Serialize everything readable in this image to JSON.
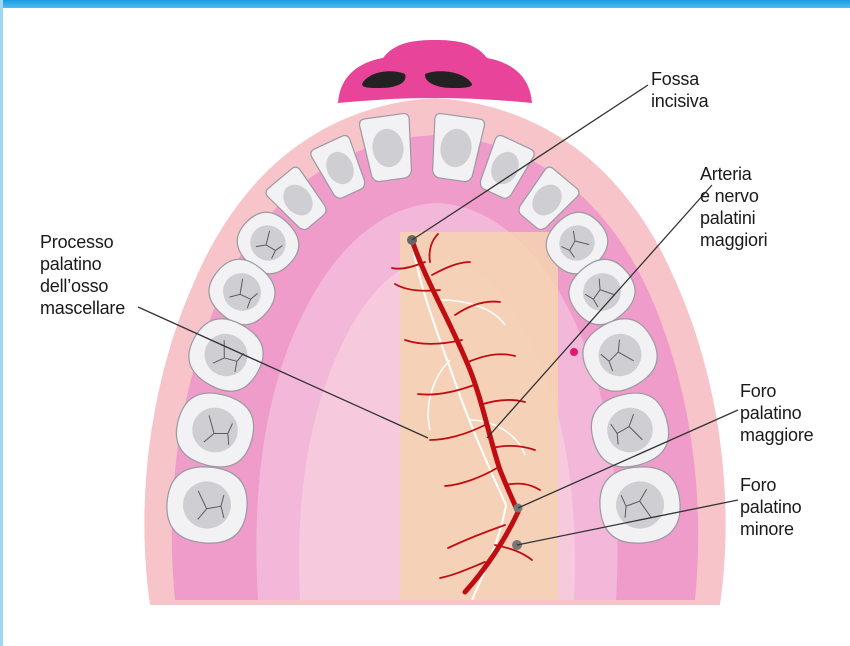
{
  "labels": {
    "fossa_incisiva": "Fossa\nincisiva",
    "arteria_nervo": "Arteria\ne nervo\npalatini\nmaggiori",
    "processo_palatino": "Processo\npalatino\ndell’osso\nmascellare",
    "foro_maggiore": "Foro\npalatino\nmaggiore",
    "foro_minore": "Foro\npalatino\nminore"
  },
  "colors": {
    "background": "#ffffff",
    "outer_gum": "#f6c4c9",
    "inner_gum": "#ef9ccb",
    "palate": "#f3b8d9",
    "upper_lip_nose": "#e8449a",
    "nostrils": "#222222",
    "bone_region": "#f4d4b0",
    "artery": "#c00d12",
    "nerve": "#ffffff",
    "tooth_fill": "#f2f2f4",
    "tooth_pulp": "#cfcfd3",
    "leader_line": "#333333"
  }
}
